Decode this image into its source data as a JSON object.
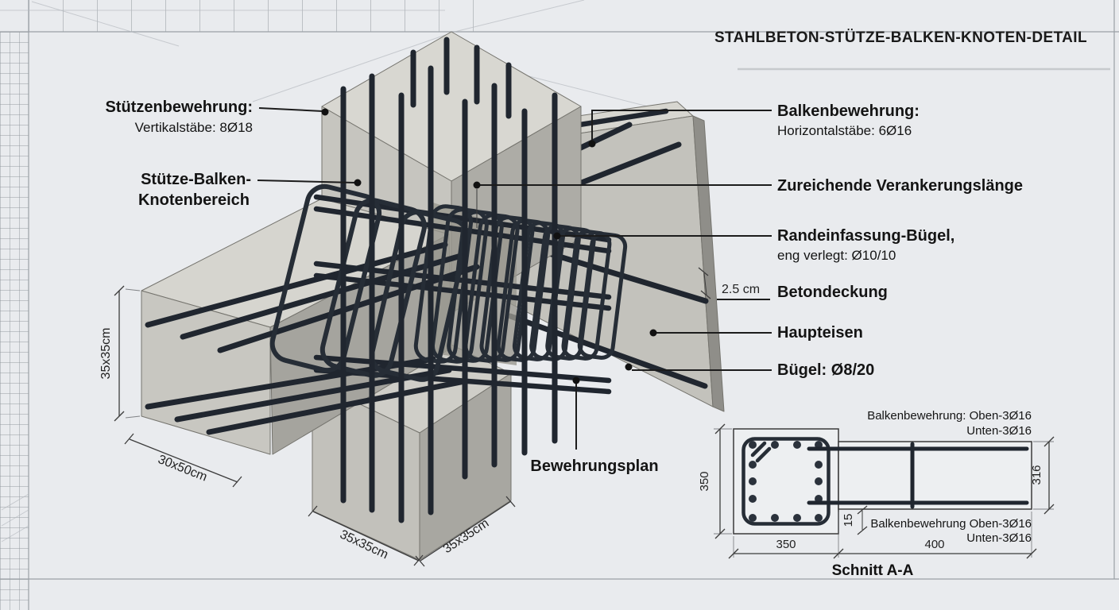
{
  "title": "STAHLBETON-STÜTZE-BALKEN-KNOTEN-DETAIL",
  "labels": {
    "stuetzen_line1": "Stützenbewehrung:",
    "stuetzen_line2": "Vertikalstäbe: 8Ø18",
    "knoten_line1": "Stütze-Balken-",
    "knoten_line2": "Knotenbereich",
    "balken_line1": "Balkenbewehrung:",
    "balken_line2": "Horizontalstäbe: 6Ø16",
    "verankerung": "Zureichende Verankerungslänge",
    "randeinfassung_line1": "Randeinfassung-Bügel,",
    "randeinfassung_line2": "eng verlegt: Ø10/10",
    "betondeckung_dim": "2.5 cm",
    "betondeckung": "Betondeckung",
    "haupteisen": "Haupteisen",
    "buegel": "Bügel: Ø8/20",
    "bewehrungsplan": "Bewehrungsplan"
  },
  "dimensions": {
    "column_side": "35x35cm",
    "beam_section": "30x50cm",
    "base_left": "35x35cm",
    "base_right": "35x35cm"
  },
  "section": {
    "title": "Schnitt A-A",
    "top_label_line1": "Balkenbewehrung: Oben-3Ø16",
    "top_label_line2": "Unten-3Ø16",
    "bottom_label_line1": "Balkenbewehrung Oben-3Ø16",
    "bottom_label_line2": "Unten-3Ø16",
    "column_width": "350",
    "beam_length": "400",
    "column_height": "350",
    "beam_height": "316",
    "cover": "15"
  },
  "colors": {
    "rebar": "#20262f",
    "concrete_light": "#d8d7d1",
    "concrete_shade": "#a8a7a1",
    "paper": "#e9ebee",
    "ink": "#141414"
  }
}
